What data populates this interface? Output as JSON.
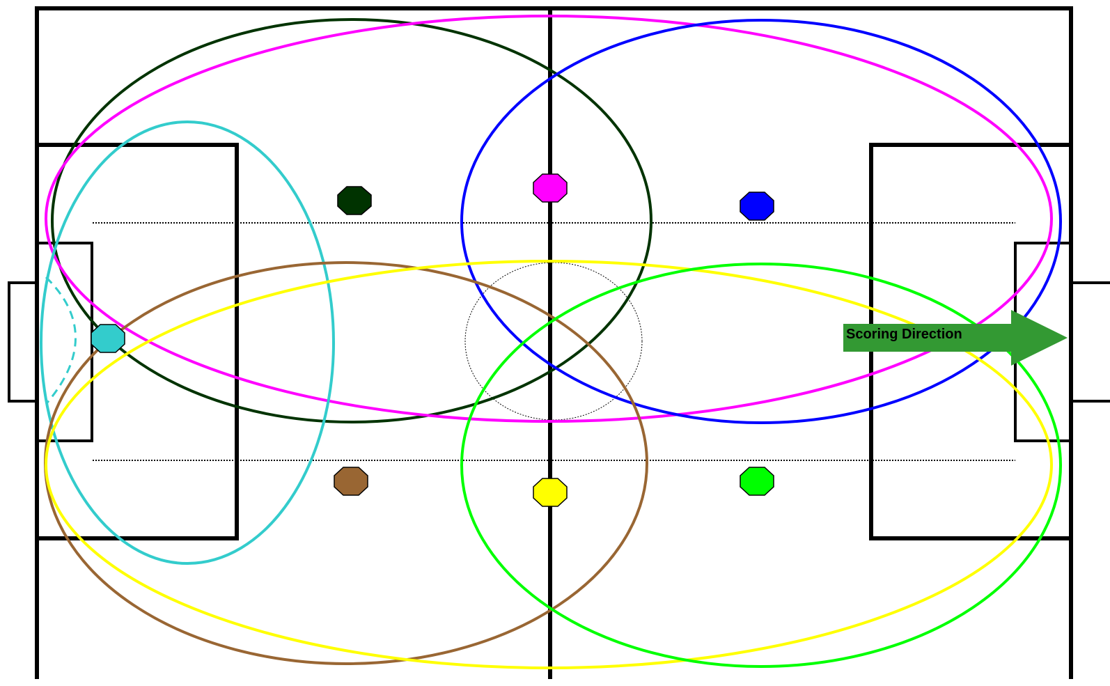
{
  "arrow": {
    "label": "Scoring Direction",
    "color": "#339933"
  },
  "colors": {
    "line": "#000000",
    "background": "#ffffff"
  },
  "players": [
    {
      "id": "dark-green",
      "color": "#003300"
    },
    {
      "id": "magenta",
      "color": "#ff00ff"
    },
    {
      "id": "blue",
      "color": "#0000ff"
    },
    {
      "id": "cyan",
      "color": "#33cccc"
    },
    {
      "id": "brown",
      "color": "#996633"
    },
    {
      "id": "yellow",
      "color": "#ffff00"
    },
    {
      "id": "green",
      "color": "#00ff00"
    }
  ]
}
